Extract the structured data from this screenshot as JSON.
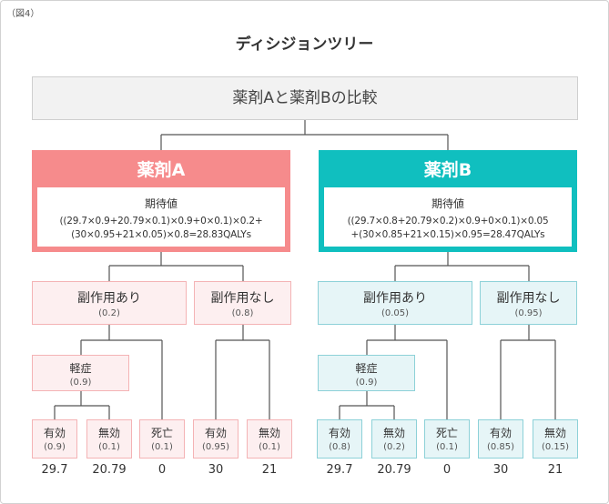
{
  "figure_label": "（図4）",
  "title": "ディシジョンツリー",
  "root": "薬剤Aと薬剤Bの比較",
  "drug_a": {
    "name": "薬剤A",
    "ev_label": "期待値",
    "formula_line1": "((29.7×0.9+20.79×0.1)×0.9+0×0.1)×0.2+",
    "formula_line2": "(30×0.95+21×0.05)×0.8=28.83QALYs",
    "side_effect_yes": {
      "label": "副作用あり",
      "prob": "(0.2)"
    },
    "side_effect_no": {
      "label": "副作用なし",
      "prob": "(0.8)"
    },
    "mild": {
      "label": "軽症",
      "prob": "(0.9)"
    },
    "leaves": [
      {
        "label": "有効",
        "prob": "(0.9)",
        "value": "29.7"
      },
      {
        "label": "無効",
        "prob": "(0.1)",
        "value": "20.79"
      },
      {
        "label": "死亡",
        "prob": "(0.1)",
        "value": "0"
      },
      {
        "label": "有効",
        "prob": "(0.95)",
        "value": "30"
      },
      {
        "label": "無効",
        "prob": "(0.1)",
        "value": "21"
      }
    ]
  },
  "drug_b": {
    "name": "薬剤B",
    "ev_label": "期待値",
    "formula_line1": "((29.7×0.8+20.79×0.2)×0.9+0×0.1)×0.05",
    "formula_line2": "+(30×0.85+21×0.15)×0.95=28.47QALYs",
    "side_effect_yes": {
      "label": "副作用あり",
      "prob": "(0.05)"
    },
    "side_effect_no": {
      "label": "副作用なし",
      "prob": "(0.95)"
    },
    "mild": {
      "label": "軽症",
      "prob": "(0.9)"
    },
    "leaves": [
      {
        "label": "有効",
        "prob": "(0.8)",
        "value": "29.7"
      },
      {
        "label": "無効",
        "prob": "(0.2)",
        "value": "20.79"
      },
      {
        "label": "死亡",
        "prob": "(0.1)",
        "value": "0"
      },
      {
        "label": "有効",
        "prob": "(0.85)",
        "value": "30"
      },
      {
        "label": "無効",
        "prob": "(0.15)",
        "value": "21"
      }
    ]
  },
  "colors": {
    "drug_a": "#f68b8c",
    "drug_b": "#10bfbf",
    "pink_fill": "#fdeff0",
    "teal_fill": "#e6f5f7",
    "connector": "#555555"
  }
}
